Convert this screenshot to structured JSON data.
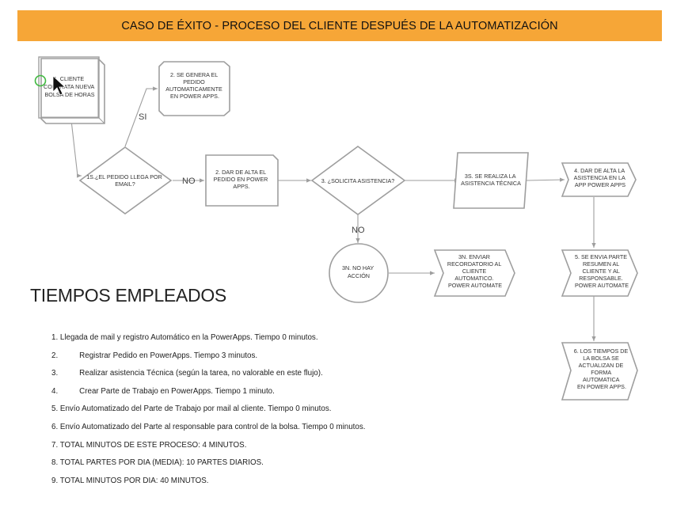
{
  "banner": {
    "title": "CASO DE ÉXITO - PROCESO DEL CLIENTE DESPUÉS DE LA AUTOMATIZACIÓN"
  },
  "flow": {
    "n1": [
      "1. CLIENTE",
      "CONTRATA NUEVA",
      "BOLSA DE HORAS"
    ],
    "n2": [
      "2. SE GENERA EL",
      "PEDIDO",
      "AUTOMATICAMENTE",
      "EN POWER APPS."
    ],
    "d1": [
      "1S.¿EL PEDIDO LLEGA POR",
      "EMAIL?"
    ],
    "n2b": [
      "2. DAR DE ALTA EL",
      "PEDIDO EN POWER",
      "APPS."
    ],
    "d2": [
      "3. ¿SOLICITA ASISTENCIA?"
    ],
    "n3s": [
      "3S. SE REALIZA LA",
      "ASISTENCIA TÉCNICA"
    ],
    "n4": [
      "4. DAR DE ALTA LA",
      "ASISTENCIA EN LA",
      "APP POWER APPS"
    ],
    "n3n": [
      "3N. NO HAY",
      "ACCIÓN"
    ],
    "n3n_env": [
      "3N. ENVIAR",
      "RECORDATORIO AL",
      "CLIENTE",
      "AUTOMATICO.",
      "POWER AUTOMATE"
    ],
    "n5": [
      "5. SE ENVIA PARTE",
      "RESUMEN AL",
      "CLIENTE Y AL",
      "RESPONSABLE.",
      "POWER AUTOMATE"
    ],
    "n6": [
      "6. LOS TIEMPOS DE",
      "LA BOLSA SE",
      "ACTUALIZAN DE",
      "FORMA",
      "AUTOMATICA",
      "EN  POWER APPS."
    ],
    "labels": {
      "si": "SI",
      "no_1": "NO",
      "no_2": "NO"
    }
  },
  "times": {
    "title": "TIEMPOS EMPLEADOS",
    "items": [
      {
        "num": "1.",
        "text": "Llegada de mail y registro Automático en la PowerApps. Tiempo 0 minutos.",
        "indent": false
      },
      {
        "num": "2.",
        "text": "Registrar Pedido en PowerApps. Tiempo 3 minutos.",
        "indent": true
      },
      {
        "num": "3.",
        "text": "Realizar asistencia Técnica (según la tarea, no valorable en este flujo).",
        "indent": true
      },
      {
        "num": "4.",
        "text": "Crear Parte de Trabajo en PowerApps. Tiempo 1 minuto.",
        "indent": true
      },
      {
        "num": "5.",
        "text": "Envío Automatizado del Parte de Trabajo por mail al cliente. Tiempo 0 minutos.",
        "indent": false
      },
      {
        "num": "6.",
        "text": "Envío Automatizado del Parte al responsable para control de la bolsa. Tiempo 0 minutos.",
        "indent": false
      },
      {
        "num": "7.",
        "text": "TOTAL MINUTOS DE ESTE PROCESO: 4 MINUTOS.",
        "indent": false
      },
      {
        "num": "8.",
        "text": "TOTAL PARTES POR DIA (MEDIA): 10 PARTES DIARIOS.",
        "indent": false
      },
      {
        "num": "9.",
        "text": "TOTAL MINUTOS POR DIA: 40 MINUTOS.",
        "indent": false
      }
    ]
  },
  "colors": {
    "banner": "#f6a637",
    "stroke": "#9e9e9e",
    "cursor_ring": "#3fb93f"
  },
  "icons": [
    "mouse-pointer-icon",
    "cursor-ring-icon"
  ]
}
